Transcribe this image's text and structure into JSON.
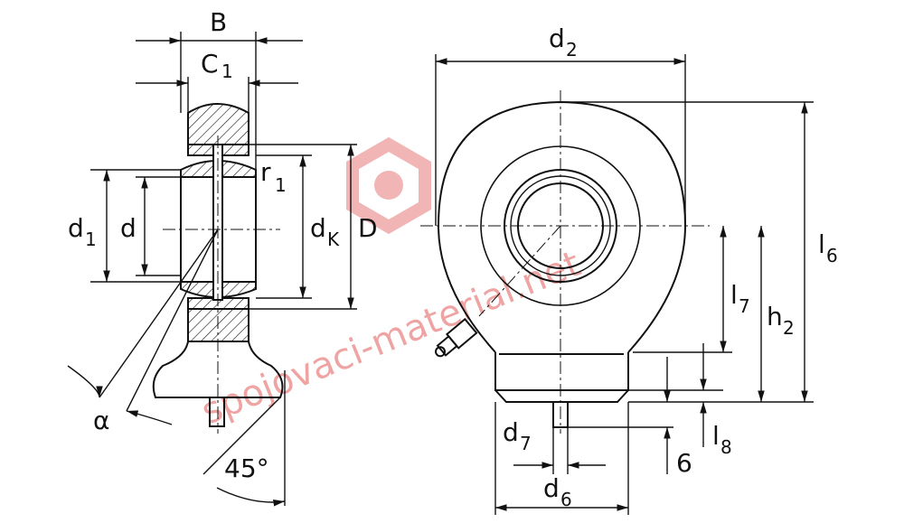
{
  "watermark": {
    "text": "spojovaci-material.net",
    "color": "#e35a5a"
  },
  "labels": {
    "B": "B",
    "C1_main": "C",
    "C1_sub": "1",
    "d1_main": "d",
    "d1_sub": "1",
    "d": "d",
    "dK_main": "d",
    "dK_sub": "K",
    "D": "D",
    "r1_main": "r",
    "r1_sub": "1",
    "alpha": "α",
    "angle45": "45°",
    "d2_main": "d",
    "d2_sub": "2",
    "l6_main": "l",
    "l6_sub": "6",
    "l7_main": "l",
    "l7_sub": "7",
    "h2_main": "h",
    "h2_sub": "2",
    "d7_main": "d",
    "d7_sub": "7",
    "d6_main": "d",
    "d6_sub": "6",
    "six": "6",
    "l8_main": "l",
    "l8_sub": "8"
  }
}
